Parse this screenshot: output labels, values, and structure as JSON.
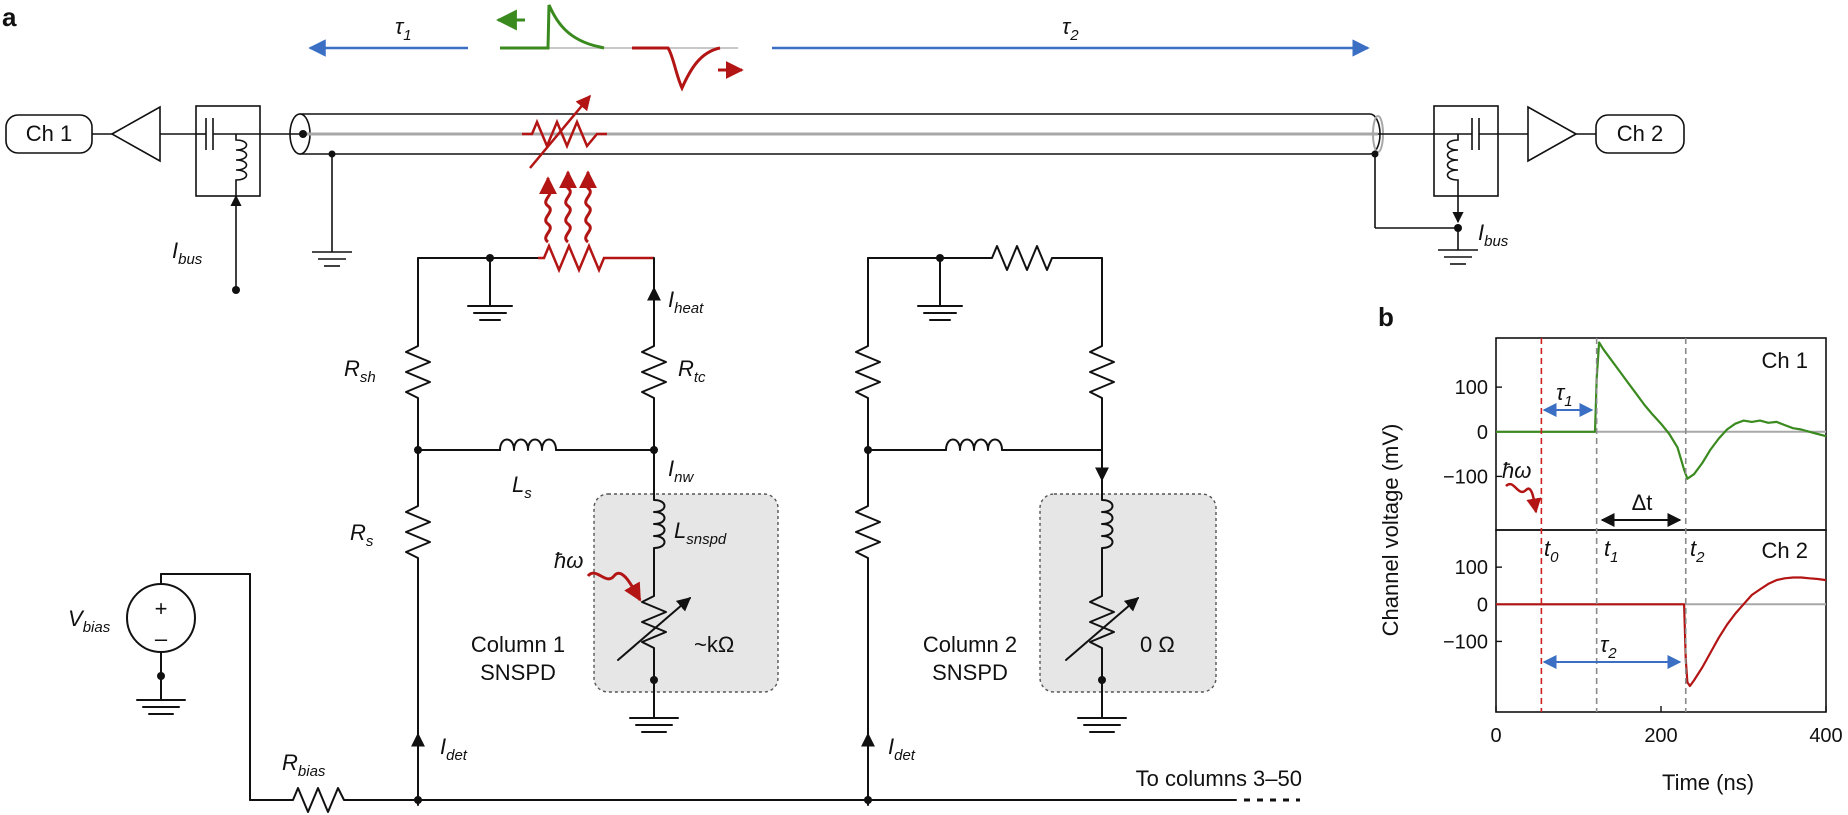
{
  "panel_a": {
    "label": "a",
    "tau1": {
      "sym": "τ",
      "sub": "1"
    },
    "tau2": {
      "sym": "τ",
      "sub": "2"
    },
    "ch1": "Ch 1",
    "ch2": "Ch 2",
    "ibus_left": {
      "sym": "I",
      "sub": "bus"
    },
    "ibus_right": {
      "sym": "I",
      "sub": "bus"
    },
    "iheat": {
      "sym": "I",
      "sub": "heat"
    },
    "rsh": {
      "sym": "R",
      "sub": "sh"
    },
    "rtc": {
      "sym": "R",
      "sub": "tc"
    },
    "ls": {
      "sym": "L",
      "sub": "s"
    },
    "inw": {
      "sym": "I",
      "sub": "nw"
    },
    "rs": {
      "sym": "R",
      "sub": "s"
    },
    "lsnspd": {
      "sym": "L",
      "sub": "snspd"
    },
    "hw": "ħω",
    "kohm": "~kΩ",
    "zero_ohm": "0 Ω",
    "column1": [
      "Column 1",
      "SNSPD"
    ],
    "column2": [
      "Column 2",
      "SNSPD"
    ],
    "vbias": {
      "sym": "V",
      "sub": "bias"
    },
    "plus": "+",
    "minus": "–",
    "idet1": {
      "sym": "I",
      "sub": "det"
    },
    "idet2": {
      "sym": "I",
      "sub": "det"
    },
    "rbias": {
      "sym": "R",
      "sub": "bias"
    },
    "to_columns": "To columns 3–50"
  },
  "colors": {
    "blue": "#3a6fc4",
    "green": "#3a8a1f",
    "red": "#b31414",
    "grey_line": "#a8a8a8",
    "box_fill": "#e6e6e6"
  },
  "panel_b": {
    "label": "b",
    "ylabel": "Channel voltage (mV)",
    "xlabel": "Time (ns)",
    "hw": "ħω",
    "tau1": {
      "sym": "τ",
      "sub": "1"
    },
    "tau2": {
      "sym": "τ",
      "sub": "2"
    },
    "dt": "Δt",
    "t0": {
      "sym": "t",
      "sub": "0"
    },
    "t1": {
      "sym": "t",
      "sub": "1"
    },
    "t2": {
      "sym": "t",
      "sub": "2"
    }
  },
  "chart_data": [
    {
      "type": "line",
      "title": "Ch 1",
      "xlabel": "Time (ns)",
      "ylabel": "Channel voltage (mV)",
      "xlim": [
        0,
        400
      ],
      "ylim": [
        -220,
        210
      ],
      "yticks": [
        100,
        0,
        -100
      ],
      "ytick_labels": [
        "100",
        "0",
        "−100"
      ],
      "markers": {
        "t0": 55,
        "t1": 122,
        "t2": 230
      },
      "series": [
        {
          "color": "#3a8a1f",
          "x": [
            0,
            40,
            80,
            120,
            122,
            125,
            130,
            140,
            150,
            160,
            170,
            180,
            190,
            200,
            210,
            220,
            228,
            232,
            240,
            250,
            260,
            270,
            280,
            290,
            300,
            310,
            320,
            330,
            340,
            350,
            360,
            370,
            380,
            390,
            400
          ],
          "y": [
            0,
            0,
            0,
            0,
            120,
            200,
            185,
            160,
            135,
            110,
            85,
            60,
            38,
            18,
            -5,
            -35,
            -85,
            -105,
            -95,
            -70,
            -40,
            -15,
            5,
            18,
            25,
            22,
            25,
            20,
            22,
            15,
            8,
            5,
            0,
            -5,
            -10
          ]
        }
      ]
    },
    {
      "type": "line",
      "title": "Ch 2",
      "xlabel": "Time (ns)",
      "ylabel": "Channel voltage (mV)",
      "xlim": [
        0,
        400
      ],
      "ylim": [
        -290,
        200
      ],
      "yticks": [
        100,
        0,
        -100
      ],
      "ytick_labels": [
        "100",
        "0",
        "−100"
      ],
      "xticks": [
        0,
        200,
        400
      ],
      "xtick_labels": [
        "0",
        "200",
        "400"
      ],
      "markers": {
        "t0": 55,
        "t1": 122,
        "t2": 230
      },
      "series": [
        {
          "color": "#b31414",
          "x": [
            0,
            40,
            80,
            120,
            160,
            200,
            228,
            230,
            232,
            235,
            240,
            250,
            260,
            270,
            280,
            290,
            300,
            310,
            320,
            330,
            340,
            350,
            360,
            370,
            380,
            390,
            400
          ],
          "y": [
            0,
            0,
            0,
            0,
            0,
            0,
            0,
            -150,
            -210,
            -220,
            -205,
            -170,
            -130,
            -90,
            -55,
            -25,
            0,
            25,
            40,
            55,
            65,
            70,
            72,
            72,
            70,
            68,
            65
          ]
        }
      ]
    }
  ]
}
